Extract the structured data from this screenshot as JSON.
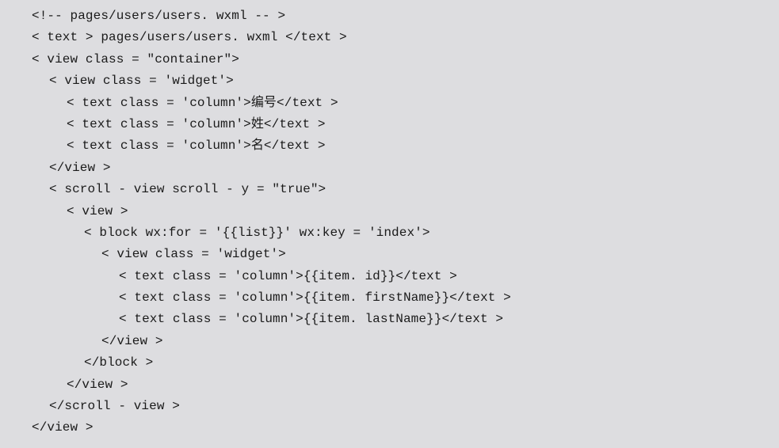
{
  "page": {
    "background_color": "#dddde0",
    "text_color": "#1a1a1a"
  },
  "code_listing": {
    "lines": [
      {
        "indent": 0,
        "text": "<!-- pages/users/users. wxml -- >"
      },
      {
        "indent": 0,
        "text": "< text > pages/users/users. wxml </text >"
      },
      {
        "indent": 0,
        "text": "< view class = \"container\">"
      },
      {
        "indent": 1,
        "text": "< view class = 'widget'>"
      },
      {
        "indent": 2,
        "text": "< text class = 'column'>编号</text >"
      },
      {
        "indent": 2,
        "text": "< text class = 'column'>姓</text >"
      },
      {
        "indent": 2,
        "text": "< text class = 'column'>名</text >"
      },
      {
        "indent": 1,
        "text": "</view >"
      },
      {
        "indent": 1,
        "text": "< scroll - view scroll - y = \"true\">"
      },
      {
        "indent": 2,
        "text": "< view >"
      },
      {
        "indent": 3,
        "text": "< block wx:for = '{{list}}' wx:key = 'index'>"
      },
      {
        "indent": 4,
        "text": "< view class = 'widget'>"
      },
      {
        "indent": 5,
        "text": "< text class = 'column'>{{item. id}}</text >"
      },
      {
        "indent": 5,
        "text": "< text class = 'column'>{{item. firstName}}</text >"
      },
      {
        "indent": 5,
        "text": "< text class = 'column'>{{item. lastName}}</text >"
      },
      {
        "indent": 4,
        "text": "</view >"
      },
      {
        "indent": 3,
        "text": "</block >"
      },
      {
        "indent": 2,
        "text": "</view >"
      },
      {
        "indent": 1,
        "text": "</scroll - view >"
      },
      {
        "indent": 0,
        "text": "</view >"
      }
    ]
  }
}
